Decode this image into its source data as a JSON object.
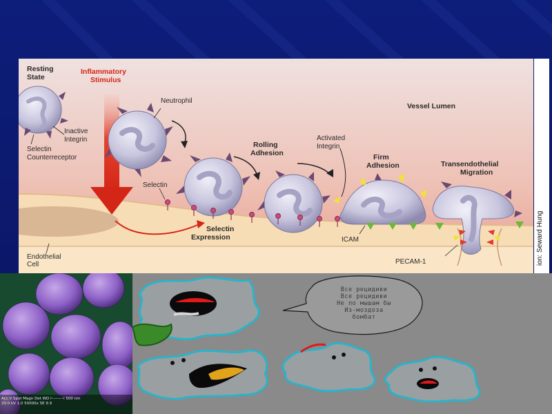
{
  "diagram": {
    "labels": {
      "resting_state": [
        "Resting",
        "State"
      ],
      "inflammatory_stimulus": [
        "Inflammatory",
        "Stimulus"
      ],
      "neutrophil": "Neutrophil",
      "inactive_integrin": [
        "Inactive",
        "Integrin"
      ],
      "selectin_counterreceptor": [
        "Selectin",
        "Counterreceptor"
      ],
      "rolling_adhesion": [
        "Rolling",
        "Adhesion"
      ],
      "activated_integrin": [
        "Activated",
        "Integrin"
      ],
      "firm_adhesion": [
        "Firm",
        "Adhesion"
      ],
      "transendothelial_migration": [
        "Transendothelial",
        "Migration"
      ],
      "vessel_lumen": "Vessel Lumen",
      "selectin": "Selectin",
      "selectin_expression": [
        "Selectin",
        "Expression"
      ],
      "icam": "ICAM",
      "pecam": "PECAM-1",
      "endothelial_cell": [
        "Endothelial",
        "Cell"
      ]
    },
    "credit": "ion: Seward Hung",
    "colors": {
      "lumen_top": "#efe1e0",
      "lumen_bottom": "#e7a89a",
      "tissue": "#f6dcb4",
      "cell": "#c9c5df",
      "stimulus_arrow": "#e0341f",
      "integrin_active": "#f0e23a",
      "spike": "#6a4a72"
    }
  },
  "photo": {
    "caption": [
      "Acc.V Spot Magn   Det  WD  ⊢——⊣ 500 nm",
      "20.0 kV 1.0  50000x  SE   9.9"
    ]
  },
  "cartoon": {
    "speech_lines": [
      "Все рецидиви",
      "Все рецидиви",
      "Не по мышам бы",
      "Из-моздоза",
      "бомбат"
    ]
  }
}
